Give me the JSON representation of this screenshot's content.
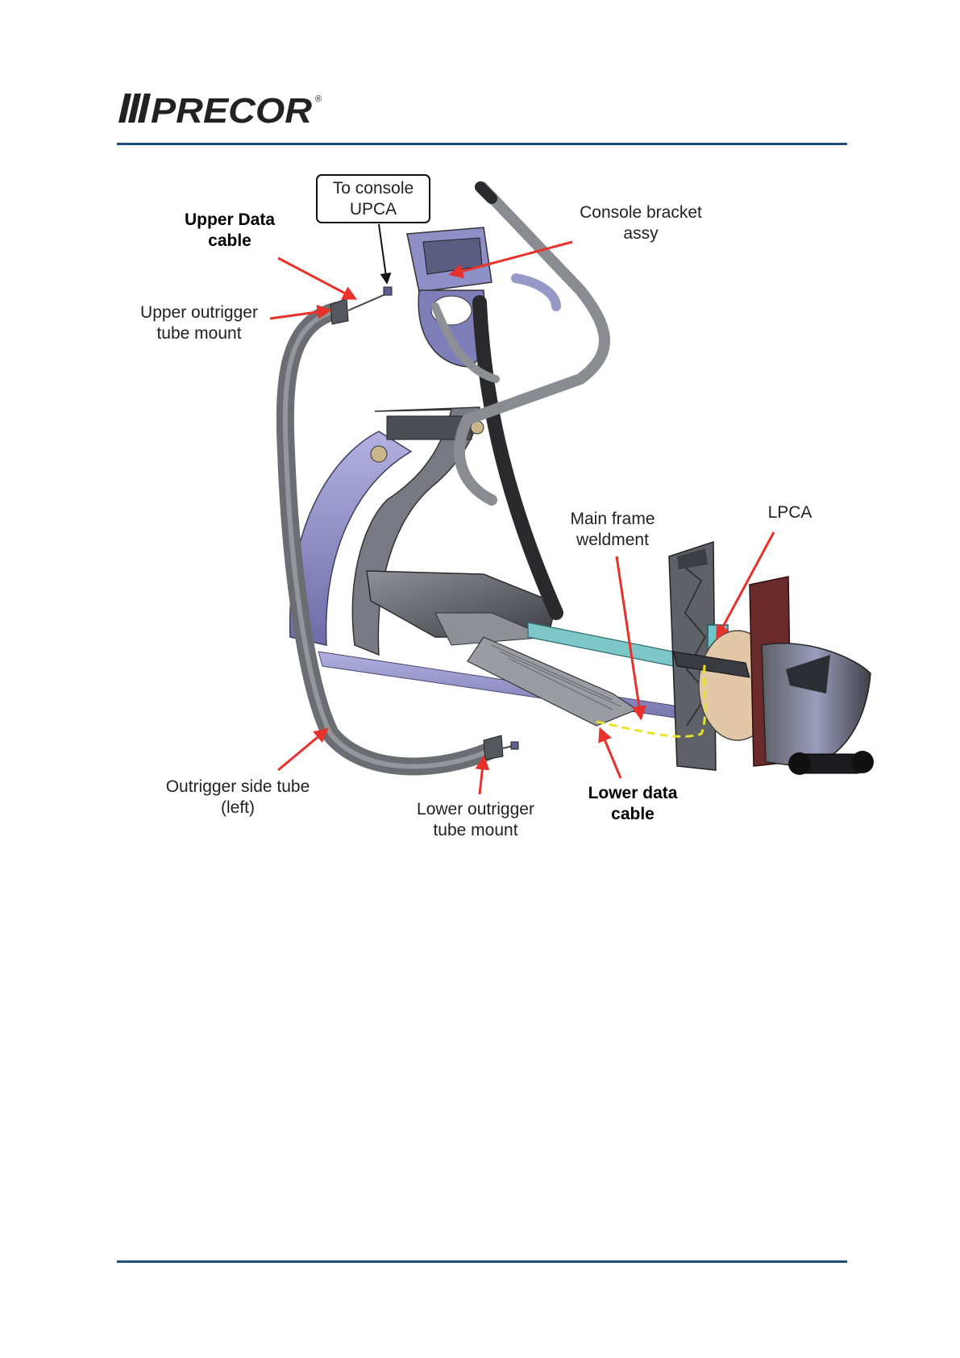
{
  "header": {
    "brand": "PRECOR",
    "registered_mark": "®"
  },
  "colors": {
    "rule": "#1f4e79",
    "callout_arrow": "#e8312b",
    "frame_purple": "#8a87c4",
    "frame_grey": "#55575c",
    "tube_grey": "#6a6d72",
    "highlight_teal": "#7dc7c9",
    "bracket_red": "#6b2a2a"
  },
  "diagram": {
    "callout_box": [
      "To console",
      "UPCA"
    ],
    "labels": {
      "upper_data_cable": [
        "Upper Data",
        "cable"
      ],
      "upper_outrigger_mount": [
        "Upper outrigger",
        "tube mount"
      ],
      "console_bracket": [
        "Console bracket",
        "assy"
      ],
      "main_frame": [
        "Main frame",
        "weldment"
      ],
      "lpca": [
        "LPCA"
      ],
      "outrigger_side_tube": [
        "Outrigger side tube",
        "(left)"
      ],
      "lower_outrigger_mount": [
        "Lower outrigger",
        "tube mount"
      ],
      "lower_data_cable": [
        "Lower data",
        "cable"
      ]
    }
  }
}
